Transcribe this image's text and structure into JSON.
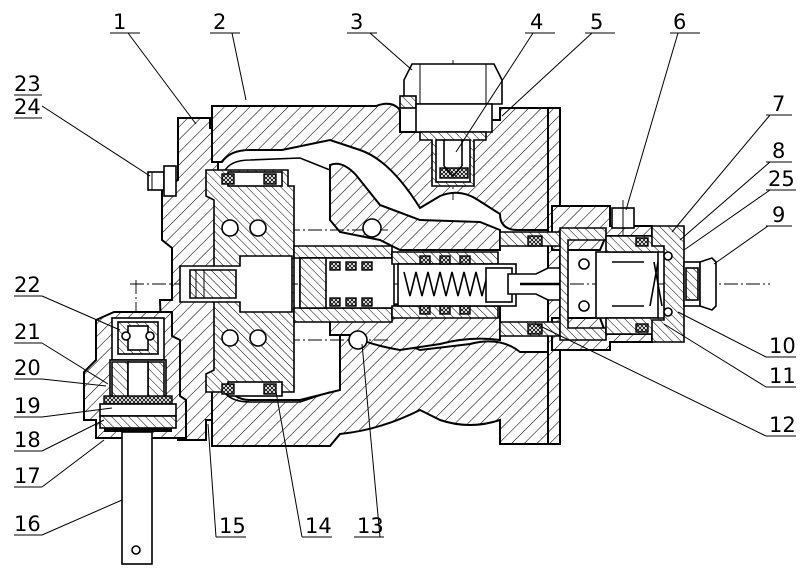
{
  "diagram": {
    "labels": [
      "1",
      "2",
      "3",
      "4",
      "5",
      "6",
      "7",
      "8",
      "25",
      "9",
      "23",
      "24",
      "22",
      "21",
      "20",
      "19",
      "18",
      "17",
      "16",
      "15",
      "14",
      "13",
      "12",
      "10",
      "11"
    ]
  }
}
